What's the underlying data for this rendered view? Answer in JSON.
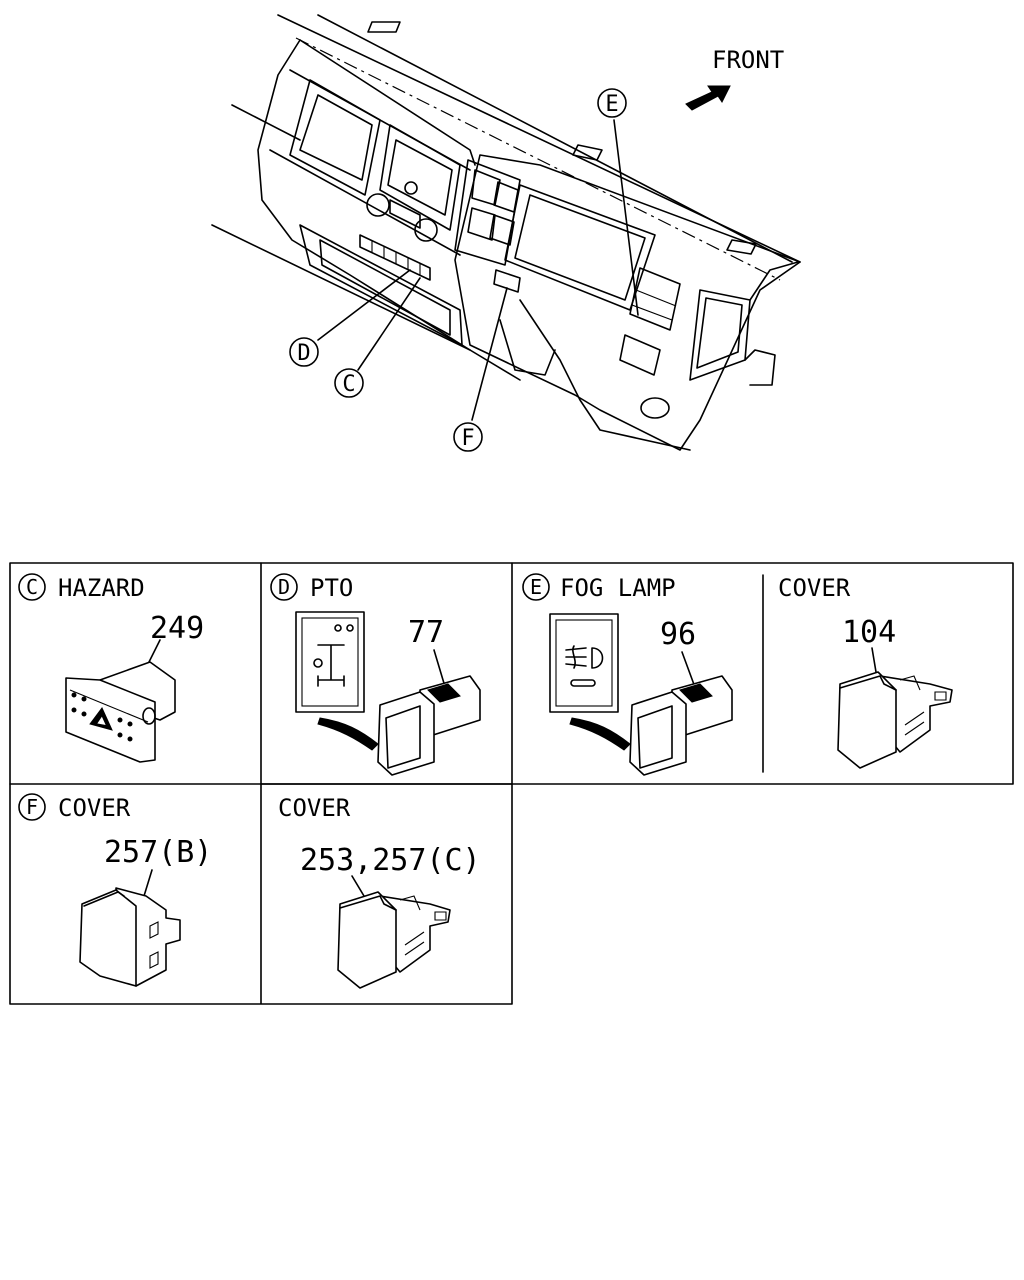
{
  "overview": {
    "front_label": "FRONT",
    "callouts": {
      "c": "C",
      "d": "D",
      "e": "E",
      "f": "F"
    }
  },
  "panels": {
    "hazard": {
      "letter": "C",
      "title": "HAZARD",
      "part": "249"
    },
    "pto": {
      "letter": "D",
      "title": "PTO",
      "part": "77"
    },
    "fog_lamp": {
      "letter": "E",
      "title": "FOG LAMP",
      "part": "96"
    },
    "fog_cover": {
      "title": "COVER",
      "part": "104"
    },
    "f_cover": {
      "letter": "F",
      "title": "COVER",
      "part": "257(B)"
    },
    "cover": {
      "title": "COVER",
      "part": "253,257(C)"
    }
  }
}
